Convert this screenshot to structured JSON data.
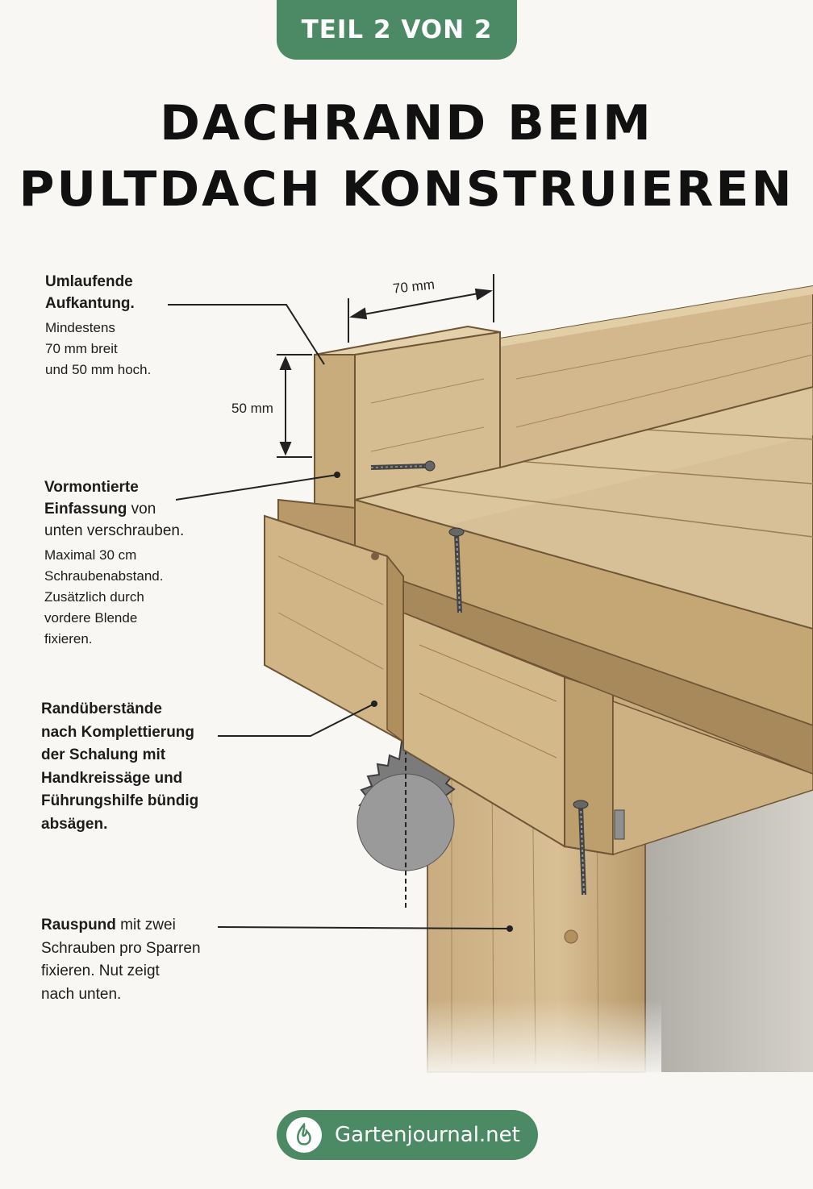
{
  "badge": "TEIL 2 VON 2",
  "title": {
    "line1": "DACHRAND BEIM",
    "line2": "PULTDACH KONSTRUIEREN"
  },
  "dimensions": {
    "width": "70 mm",
    "height": "50 mm"
  },
  "notes": {
    "aufkantung": {
      "head1": "Umlaufende",
      "head2": "Aufkantung.",
      "sub1": "Mindestens",
      "sub2": "70 mm breit",
      "sub3": "und 50 mm hoch."
    },
    "einfassung": {
      "head1": "Vormontierte",
      "head2a": "Einfassung",
      "head2b": " von",
      "head3": "unten verschrauben.",
      "sub1": "Maximal 30 cm",
      "sub2": "Schraubenabstand.",
      "sub3": "Zusätzlich durch",
      "sub4": "vordere Blende",
      "sub5": "fixieren."
    },
    "randueberstaende": {
      "l1": "Randüberstände",
      "l2": "nach Komplettierung",
      "l3": "der Schalung mit",
      "l4": "Handkreissäge und",
      "l5": "Führungshilfe bündig",
      "l6": "absägen."
    },
    "rauspund": {
      "bold": "Rauspund",
      "l1rest": " mit zwei",
      "l2": "Schrauben pro Sparren",
      "l3": "fixieren. Nut zeigt",
      "l4": "nach unten."
    }
  },
  "footer": {
    "brand": "Gartenjournal.net"
  },
  "colors": {
    "accent": "#4b8a64",
    "wood_light": "#d9c39a",
    "wood_mid": "#c4a877",
    "wood_dark": "#9c7e52"
  },
  "icons": {
    "footer_logo": "leaf-flame-icon"
  }
}
